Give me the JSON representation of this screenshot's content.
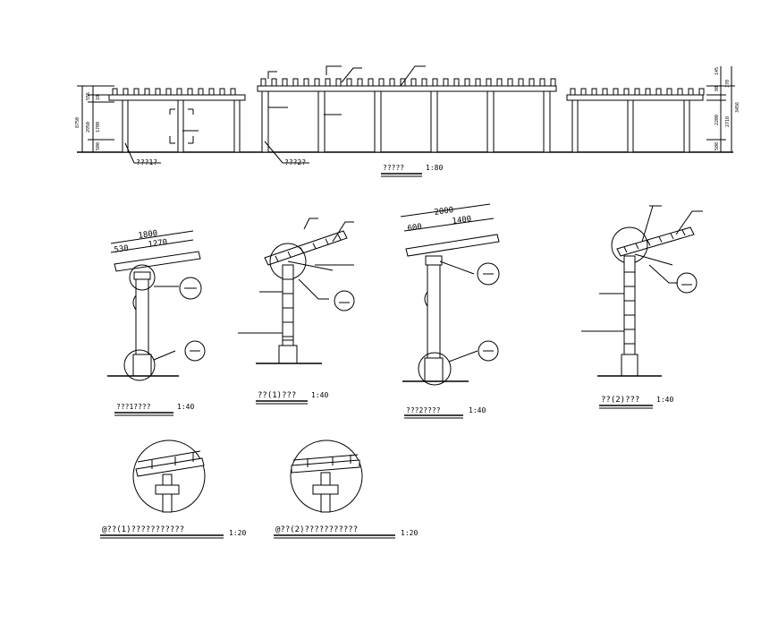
{
  "drawing": {
    "elevation": {
      "title": "?????",
      "scale": "1:80",
      "label_left": "???1?",
      "label_mid": "???2?",
      "dims_left": [
        "8750",
        "2950",
        "1700",
        "500"
      ],
      "dims_left_top": [
        "555",
        "10"
      ],
      "dims_right": [
        "3456",
        "2710",
        "2200",
        "500"
      ],
      "dims_right_top": [
        "145",
        "370",
        "80"
      ]
    },
    "section1": {
      "title": "???1????",
      "scale": "1:40",
      "dim_total": "1800",
      "dim_a": "530",
      "dim_b": "1270"
    },
    "section2": {
      "title": "??(1)???",
      "scale": "1:40"
    },
    "section3": {
      "title": "???2????",
      "scale": "1:40",
      "dim_total": "2000",
      "dim_a": "600",
      "dim_b": "1400"
    },
    "section4": {
      "title": "??(2)???",
      "scale": "1:40"
    },
    "detail1": {
      "title": "@??(1)???????????",
      "scale": "1:20"
    },
    "detail2": {
      "title": "@??(2)???????????",
      "scale": "1:20"
    }
  }
}
